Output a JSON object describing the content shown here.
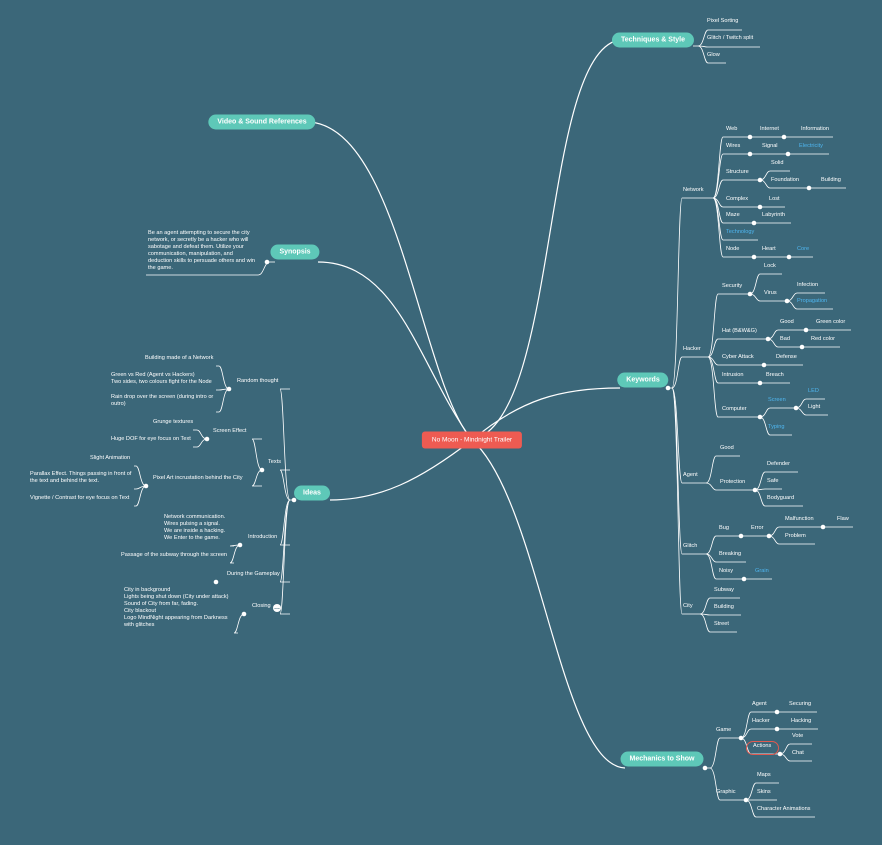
{
  "root": "No Moon - Mindnight Trailer",
  "branches": {
    "techniques": {
      "label": "Techniques & Style",
      "items": [
        "Pixel Sorting",
        "Glitch / Twitch split",
        "Glow"
      ]
    },
    "video_refs": {
      "label": "Video & Sound References"
    },
    "synopsis": {
      "label": "Synopsis",
      "text": "Be an agent attempting to secure the city\nnetwork, or secretly be a hacker who will\nsabotage and defeat them. Utilize your\ncommunication, manipulation, and\ndeduction skills to persuade others and win\nthe game."
    },
    "keywords": {
      "label": "Keywords",
      "network": {
        "label": "Network",
        "web": "Web",
        "internet": "Internet",
        "information": "Information",
        "wires": "Wires",
        "signal": "Signal",
        "electricity": "Electricity",
        "structure": "Structure",
        "solid": "Solid",
        "foundation": "Foundation",
        "building": "Building",
        "complex": "Complex",
        "lost": "Lost",
        "maze": "Maze",
        "labyrinth": "Labyrinth",
        "technology": "Technology",
        "node": "Node",
        "heart": "Heart",
        "core": "Core"
      },
      "hacker": {
        "label": "Hacker",
        "security": "Security",
        "lock": "Lock",
        "virus": "Virus",
        "infection": "Infection",
        "propagation": "Propagation",
        "hat": "Hat (B&W&G)",
        "good": "Good",
        "green_color": "Green color",
        "bad": "Bad",
        "red_color": "Red color",
        "cyber_attack": "Cyber Attack",
        "defense": "Defense",
        "intrusion": "Intrusion",
        "breach": "Breach",
        "computer": "Computer",
        "screen": "Screen",
        "led": "LED",
        "light": "Light",
        "typing": "Typing"
      },
      "agent": {
        "label": "Agent",
        "good": "Good",
        "protection": "Protection",
        "defender": "Defender",
        "safe": "Safe",
        "bodyguard": "Bodyguard"
      },
      "glitch": {
        "label": "Glitch",
        "bug": "Bug",
        "error": "Error",
        "malfunction": "Malfunction",
        "flaw": "Flaw",
        "problem": "Problem",
        "breaking": "Breaking",
        "noisy": "Noisy",
        "grain": "Grain"
      },
      "city": {
        "label": "City",
        "subway": "Subway",
        "building": "Building",
        "street": "Street"
      }
    },
    "ideas": {
      "label": "Ideas",
      "random_thought": "Random thought",
      "rt_1": "Building made of a Network",
      "rt_2": "Green vs Red (Agent vs Hackers)\nTwo sides, two colours fight for the Node",
      "rt_3": "Rain drop over the screen (during intro or\noutro)",
      "texts": "Texts",
      "screen_effect": "Screen Effect",
      "grunge": "Grunge textures",
      "dof": "Huge DOF for eye focus on Text",
      "pixel_art": "Pixel Art incrustation behind the City",
      "slight_anim": "Slight Animation",
      "parallax": "Parallax Effect. Things passing in front of\nthe text and behind the text.",
      "vignette": "Vignette / Contrast for eye focus on Text",
      "introduction": "Introduction",
      "intro_text": "Network communication.\nWires pulsing a signal.\nWe are inside a hacking.\nWe Enter to the game.",
      "subway_pass": "Passage of the subway through the screen",
      "during_gameplay": "During the Gameplay",
      "closing": "Closing",
      "closing_marker": "…",
      "closing_text": "City in background\nLights being shut down (City under attack)\nSound of City from far, fading.\nCity blackout\nLogo MindNight appearing from Darkness\nwith glitches"
    },
    "mechanics": {
      "label": "Mechanics to Show",
      "game": "Game",
      "agent": "Agent",
      "securing": "Securing",
      "hacker": "Hacker",
      "hacking": "Hacking",
      "actions": "Actions",
      "vote": "Vote",
      "chat": "Chat",
      "graphic": "Graphic",
      "maps": "Maps",
      "skins": "Skins",
      "character_animations": "Character Animations"
    }
  },
  "colors": {
    "background": "#3b6779",
    "line": "#ffffff",
    "branch_pill": "#5ec8b8",
    "root": "#ee5b52",
    "highlight_text": "#4fb6f0",
    "action_ring": "#e05a50"
  }
}
